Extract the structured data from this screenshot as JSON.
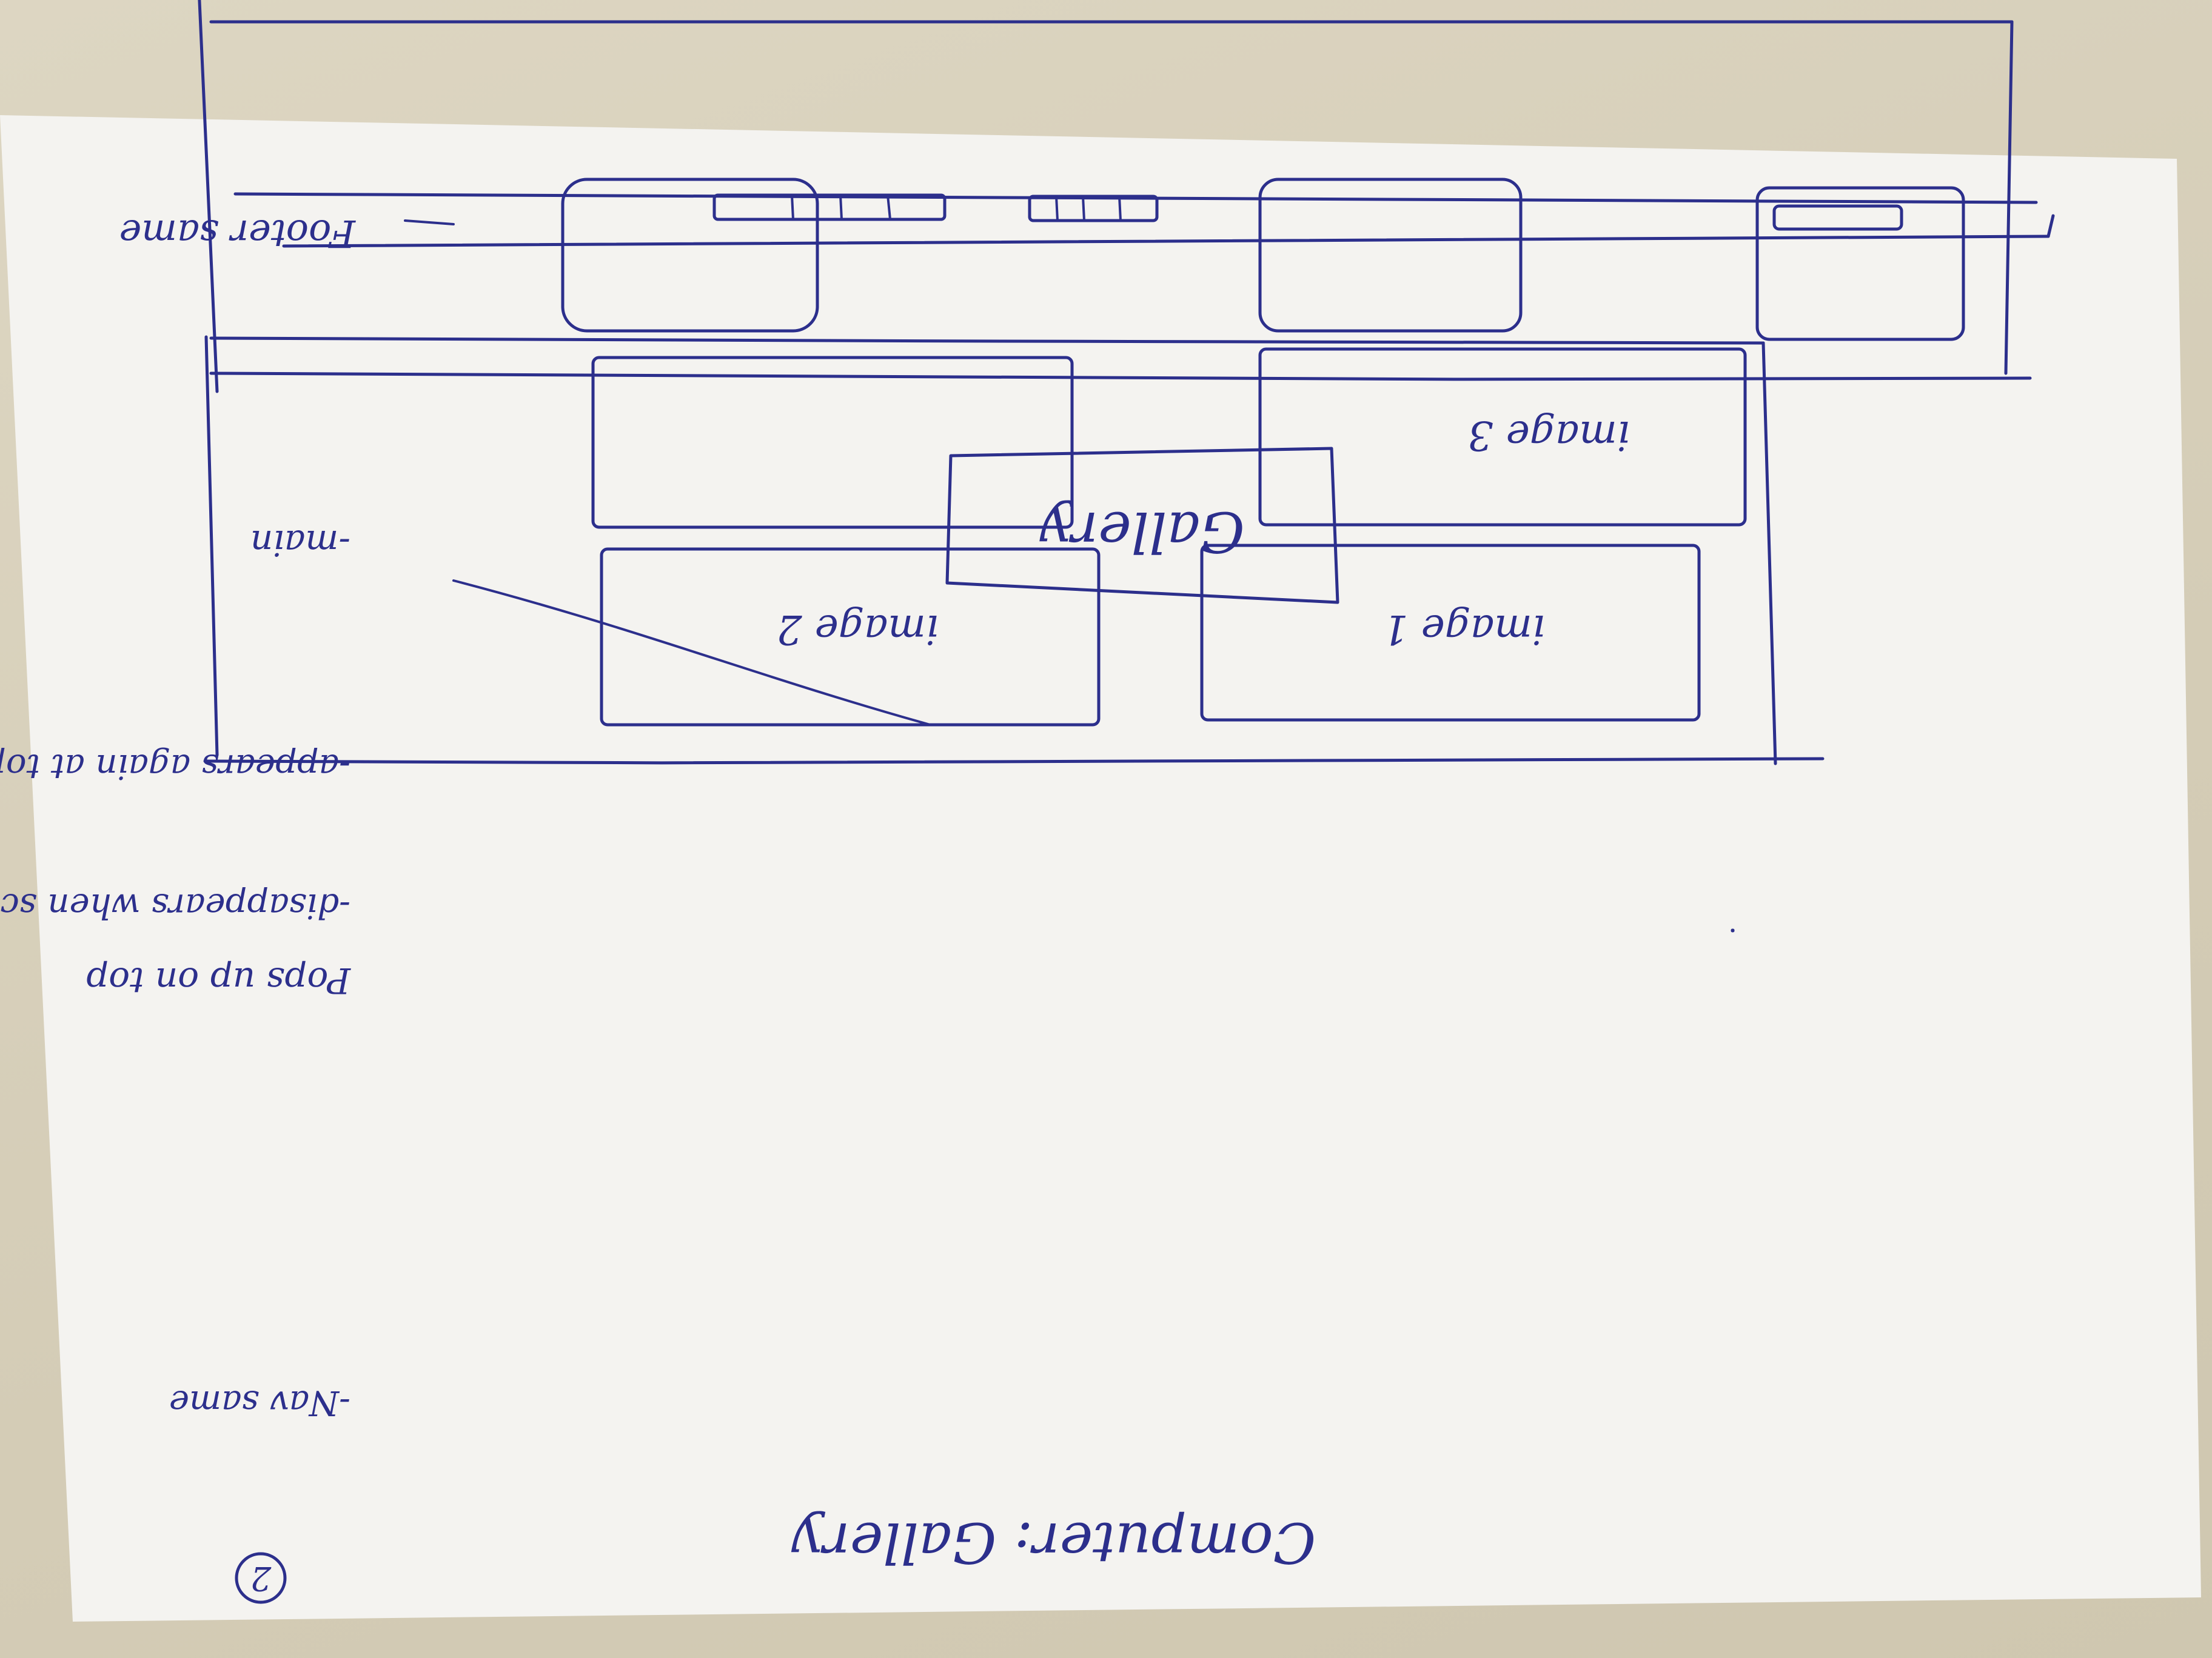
{
  "title": "Computer: Gallery",
  "page_number": "2",
  "gallery_popup": "Gallery",
  "images": {
    "image_1": "image 1",
    "image_2": "image 2",
    "image_3": "image 3"
  },
  "notes": {
    "footer": "Footer same",
    "popup": "Pops up on top",
    "disappears": "-disappears when scrolling down",
    "appears": "-appears again at top",
    "main": "-main",
    "nav": "-Nav same"
  },
  "colors": {
    "ink": "#2c2f8c",
    "paper": "#f4f3f0",
    "wall": "#d8d1bc"
  }
}
